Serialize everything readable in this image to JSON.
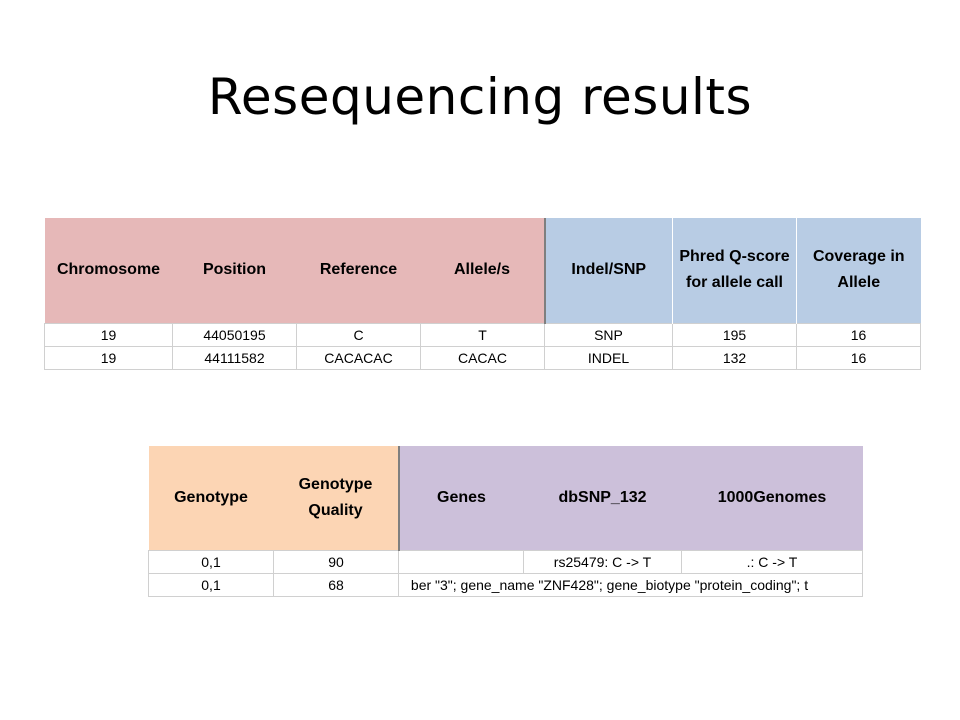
{
  "slide": {
    "title": "Resequencing results"
  },
  "table1": {
    "headers": [
      "Chromosome",
      "Position",
      "Reference",
      "Allele/s",
      "Indel/SNP",
      "Phred Q-score for allele call",
      "Coverage in Allele"
    ],
    "rows": [
      [
        "19",
        "44050195",
        "C",
        "T",
        "SNP",
        "195",
        "16"
      ],
      [
        "19",
        "44111582",
        "CACACAC",
        "CACAC",
        "INDEL",
        "132",
        "16"
      ]
    ],
    "colors": {
      "pink": "#e6b8b8",
      "blue": "#b8cce4"
    }
  },
  "table2": {
    "headers": [
      "Genotype",
      "Genotype Quality",
      "Genes",
      "dbSNP_132",
      "1000Genomes"
    ],
    "rows": [
      [
        "0,1",
        "90",
        "",
        "rs25479: C -> T",
        ".: C -> T"
      ],
      [
        "0,1",
        "68",
        "ber \"3\"; gene_name \"ZNF428\"; gene_biotype \"protein_coding\"; t"
      ]
    ],
    "colors": {
      "peach": "#fcd5b4",
      "lavender": "#ccc0da"
    }
  }
}
